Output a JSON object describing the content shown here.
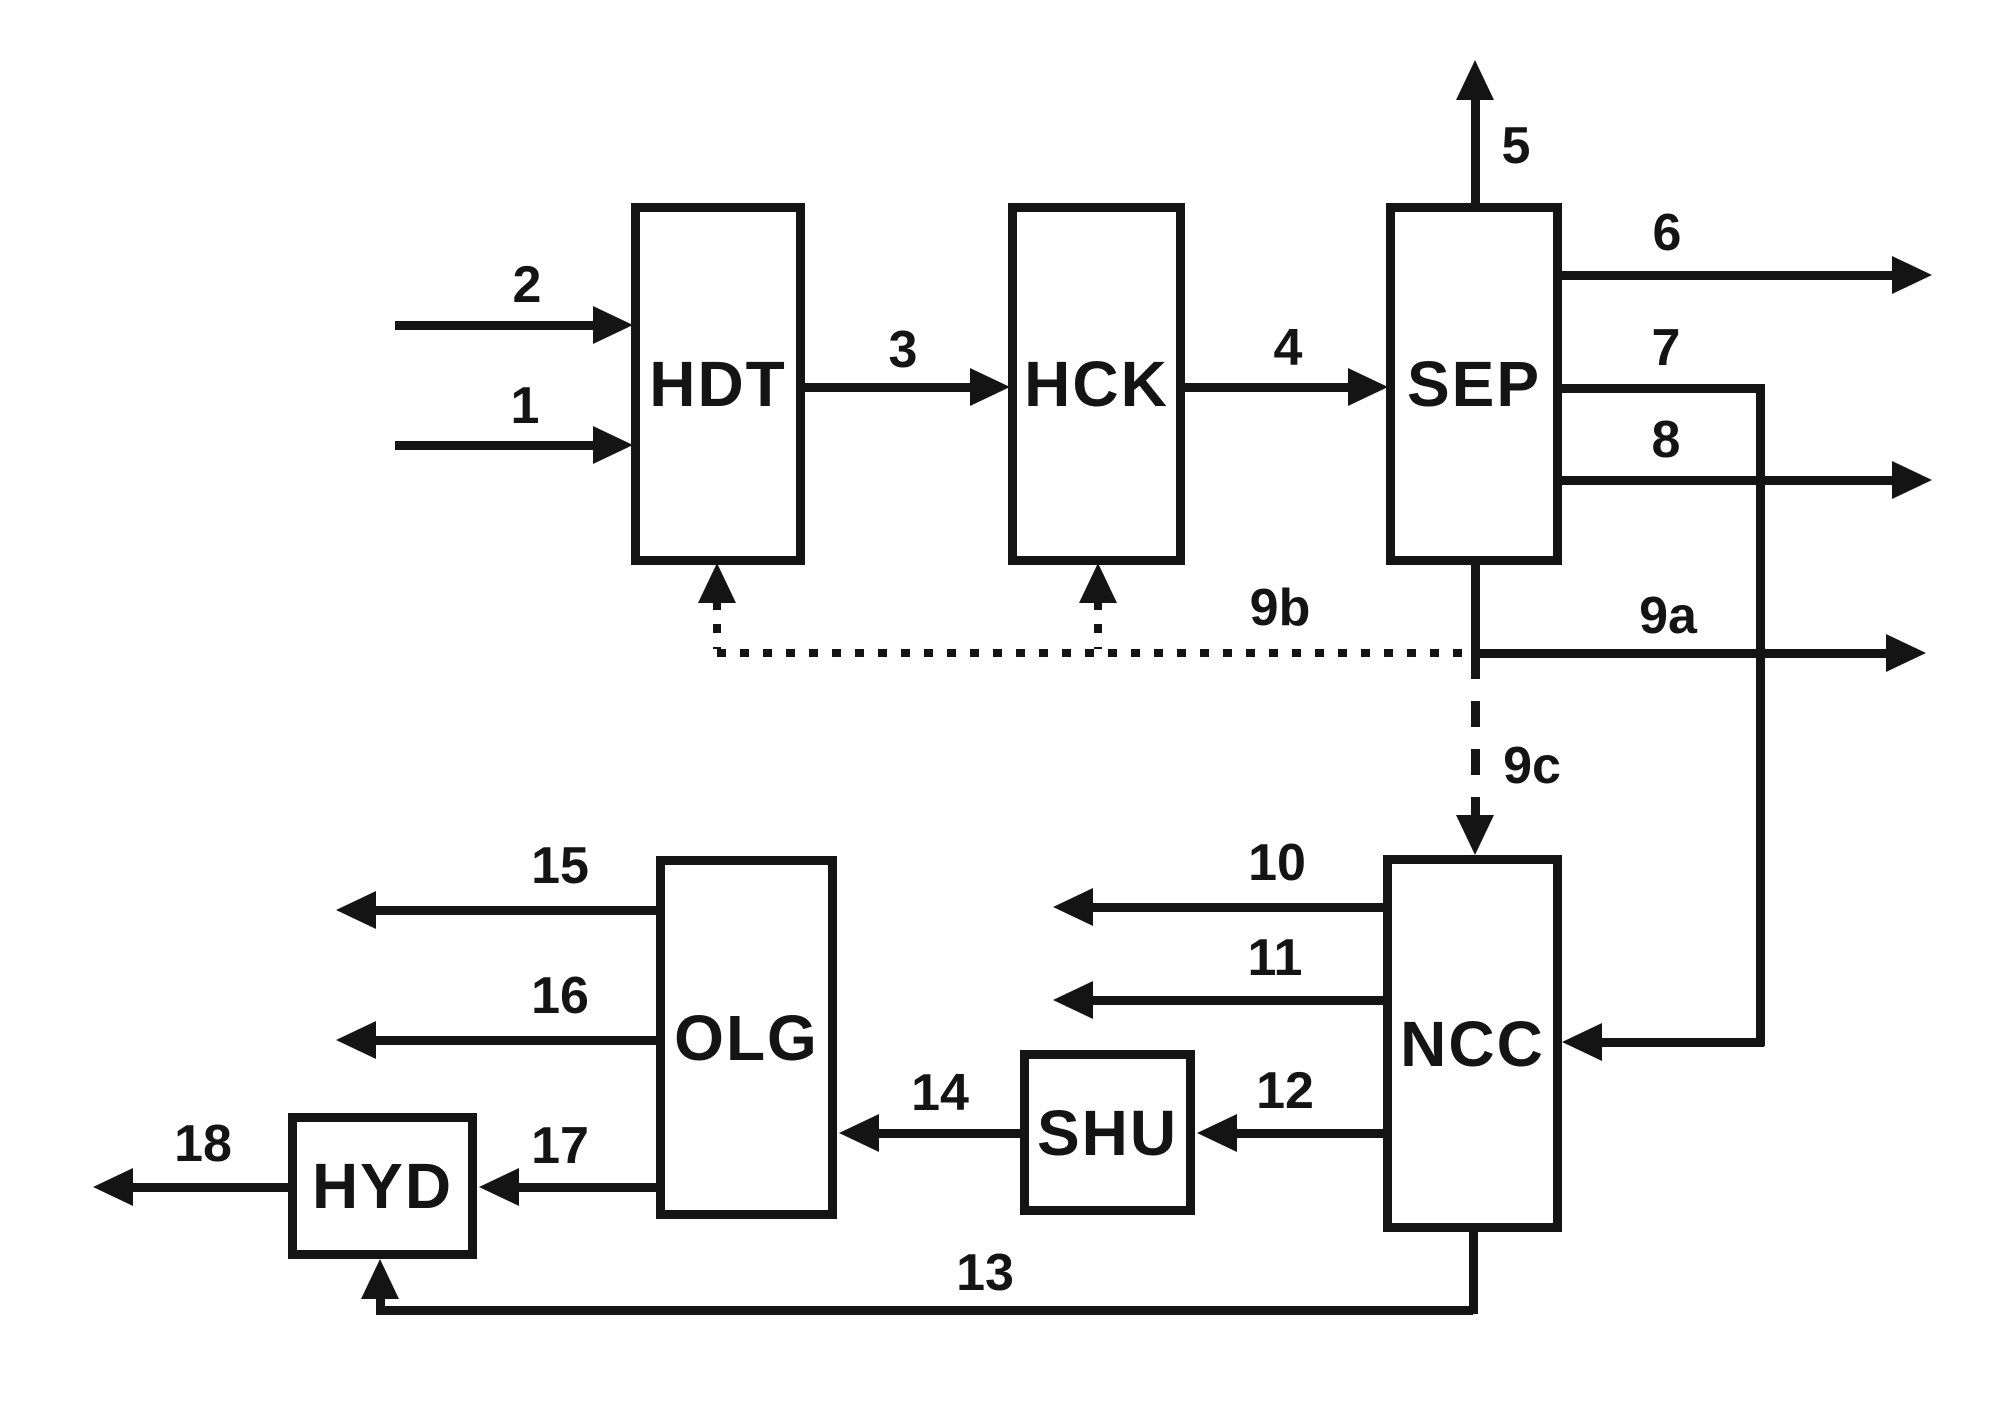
{
  "figure": {
    "type": "process-flow-diagram",
    "colors": {
      "ink": "#141414",
      "background": "#ffffff"
    }
  },
  "units": {
    "hdt": {
      "label": "HDT"
    },
    "hck": {
      "label": "HCK"
    },
    "sep": {
      "label": "SEP"
    },
    "ncc": {
      "label": "NCC"
    },
    "olg": {
      "label": "OLG"
    },
    "shu": {
      "label": "SHU"
    },
    "hyd": {
      "label": "HYD"
    }
  },
  "streams": {
    "s1": {
      "label": "1"
    },
    "s2": {
      "label": "2"
    },
    "s3": {
      "label": "3"
    },
    "s4": {
      "label": "4"
    },
    "s5": {
      "label": "5"
    },
    "s6": {
      "label": "6"
    },
    "s7": {
      "label": "7"
    },
    "s8": {
      "label": "8"
    },
    "s9a": {
      "label": "9a"
    },
    "s9b": {
      "label": "9b"
    },
    "s9c": {
      "label": "9c"
    },
    "s10": {
      "label": "10"
    },
    "s11": {
      "label": "11"
    },
    "s12": {
      "label": "12"
    },
    "s13": {
      "label": "13"
    },
    "s14": {
      "label": "14"
    },
    "s15": {
      "label": "15"
    },
    "s16": {
      "label": "16"
    },
    "s17": {
      "label": "17"
    },
    "s18": {
      "label": "18"
    }
  }
}
